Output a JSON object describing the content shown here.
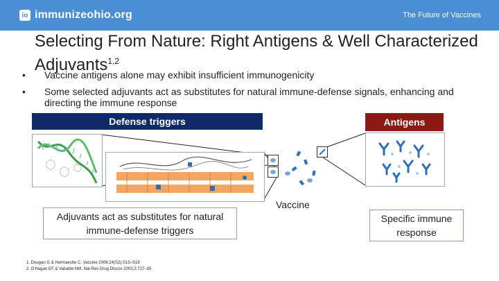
{
  "header": {
    "site_name": "immunizeohio.org",
    "logo_badge": "io",
    "right_text": "The Future of Vaccines"
  },
  "title": {
    "text": "Selecting From Nature: Right Antigens & Well Characterized Adjuvants",
    "sup": "1,2"
  },
  "bullets": [
    "Vaccine antigens alone may exhibit insufficient immunogenicity",
    "Some selected adjuvants act as substitutes for natural immune-defense signals, enhancing and directing the immune response"
  ],
  "labels": {
    "defense_triggers": "Defense triggers",
    "antigens": "Antigens",
    "adjuvants_box": "Adjuvants act as substitutes for natural immune-defense triggers",
    "vaccine": "Vaccine",
    "specific_response": "Specific immune response"
  },
  "references": [
    "1. Dougan G & Hormaeche C. Vaccine 2006;24(S2):S13–S19",
    "2. O'Hagan DT & Valiante NM. Nat Rev Drug Discov 2003;2:727–35"
  ],
  "colors": {
    "header": "#4a8fd4",
    "defense_bar": "#0f2a66",
    "antigen_bar": "#8b1a14",
    "box_border": "#a48ec4",
    "molecule": "#2a6fb8"
  },
  "icons": [
    "dna-helix-icon",
    "cell-membrane-icon",
    "antibody-icon"
  ]
}
